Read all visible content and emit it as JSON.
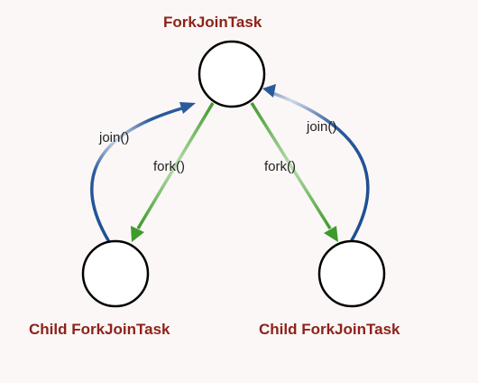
{
  "nodes": {
    "parent": {
      "title": "ForkJoinTask"
    },
    "left_child": {
      "title": "Child ForkJoinTask"
    },
    "right_child": {
      "title": "Child ForkJoinTask"
    }
  },
  "edges": {
    "left_join": {
      "label": "join()"
    },
    "left_fork": {
      "label": "fork()"
    },
    "right_fork": {
      "label": "fork()"
    },
    "right_join": {
      "label": "join()"
    }
  },
  "colors": {
    "title": "#8e2218",
    "join_arrow": "#2a5a9c",
    "fork_arrow": "#3e9a2a",
    "node_fill": "#ffffff",
    "node_stroke": "#000000",
    "background": "#faf7f6"
  }
}
